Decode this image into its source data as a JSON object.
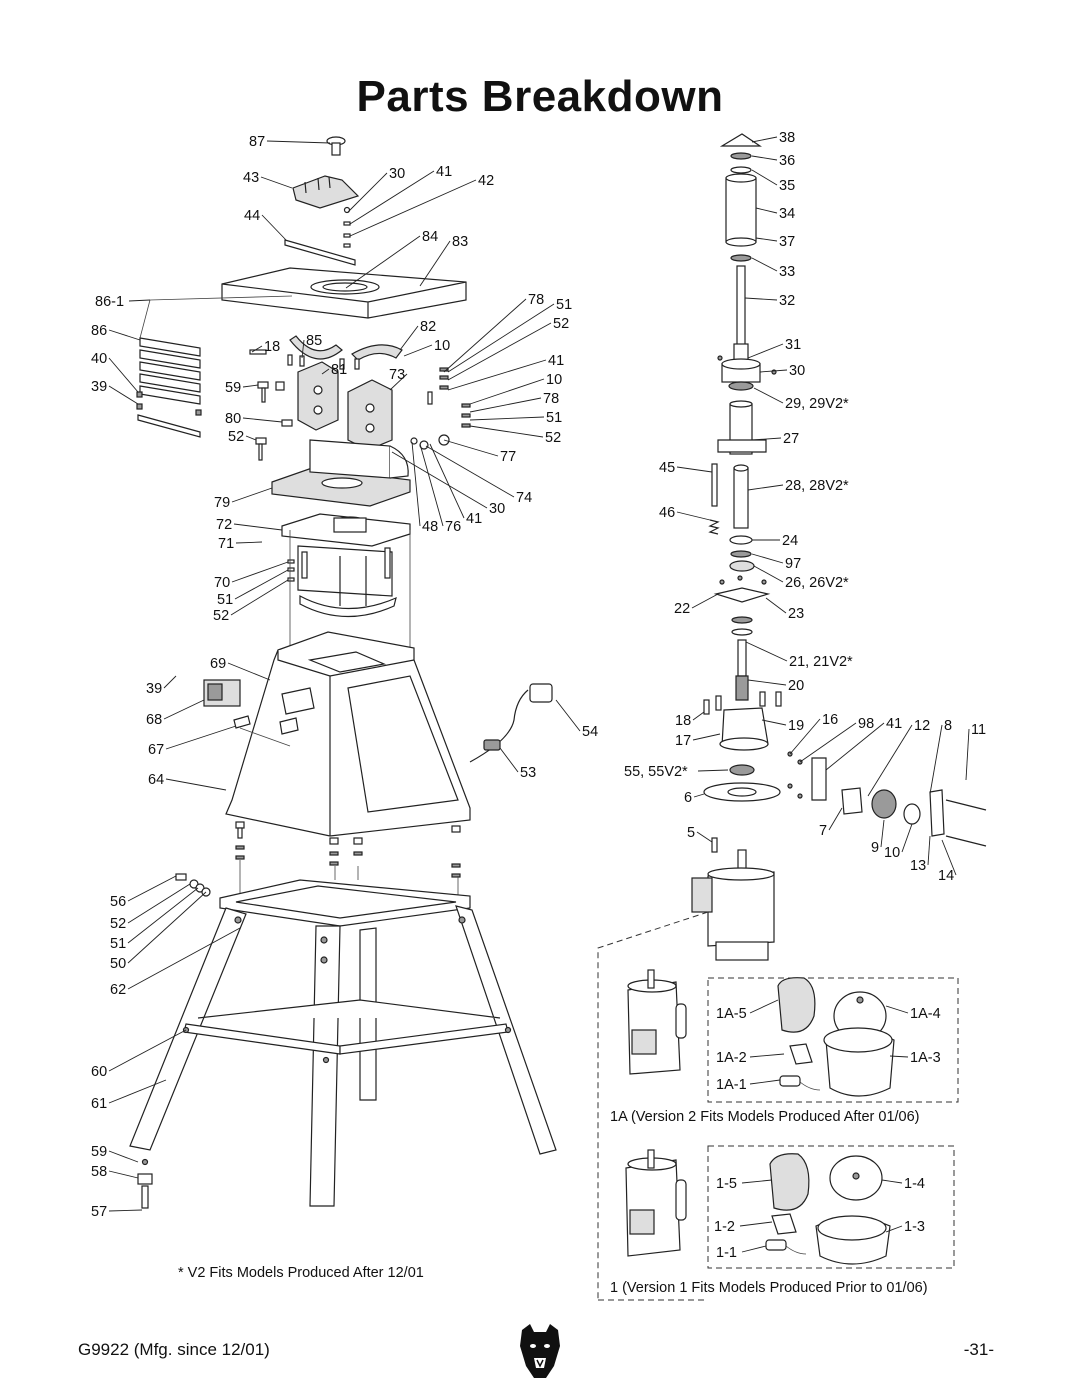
{
  "title": "Parts Breakdown",
  "footer": {
    "model": "G9922 (Mfg. since 12/01)",
    "page": "-31-"
  },
  "notes": {
    "v2": "* V2 Fits Models Produced After 12/01",
    "version2": "1A  (Version 2 Fits Models Produced After 01/06)",
    "version1": "1  (Version 1 Fits Models Produced Prior to 01/06)"
  },
  "labels": [
    "87",
    "43",
    "30",
    "41",
    "42",
    "44",
    "84",
    "83",
    "86-1",
    "86",
    "40",
    "39",
    "78",
    "51",
    "82",
    "52",
    "18",
    "85",
    "10",
    "81",
    "73",
    "41",
    "59",
    "10",
    "78",
    "80",
    "51",
    "52",
    "52",
    "77",
    "74",
    "79",
    "30",
    "48",
    "76",
    "41",
    "72",
    "71",
    "70",
    "51",
    "52",
    "69",
    "39",
    "68",
    "54",
    "67",
    "53",
    "64",
    "56",
    "52",
    "51",
    "50",
    "62",
    "60",
    "61",
    "59",
    "58",
    "57",
    "38",
    "36",
    "35",
    "34",
    "37",
    "33",
    "32",
    "31",
    "30",
    "29, 29V2*",
    "27",
    "45",
    "28, 28V2*",
    "46",
    "24",
    "97",
    "26, 26V2*",
    "22",
    "23",
    "21, 21V2*",
    "20",
    "18",
    "16",
    "98",
    "41",
    "12",
    "8",
    "11",
    "19",
    "17",
    "55, 55V2*",
    "6",
    "5",
    "7",
    "9",
    "10",
    "13",
    "14",
    "1A-5",
    "1A-4",
    "1A-2",
    "1A-3",
    "1A-1",
    "1-5",
    "1-4",
    "1-2",
    "1-3",
    "1-1"
  ],
  "logo_name": "bear-head-logo"
}
